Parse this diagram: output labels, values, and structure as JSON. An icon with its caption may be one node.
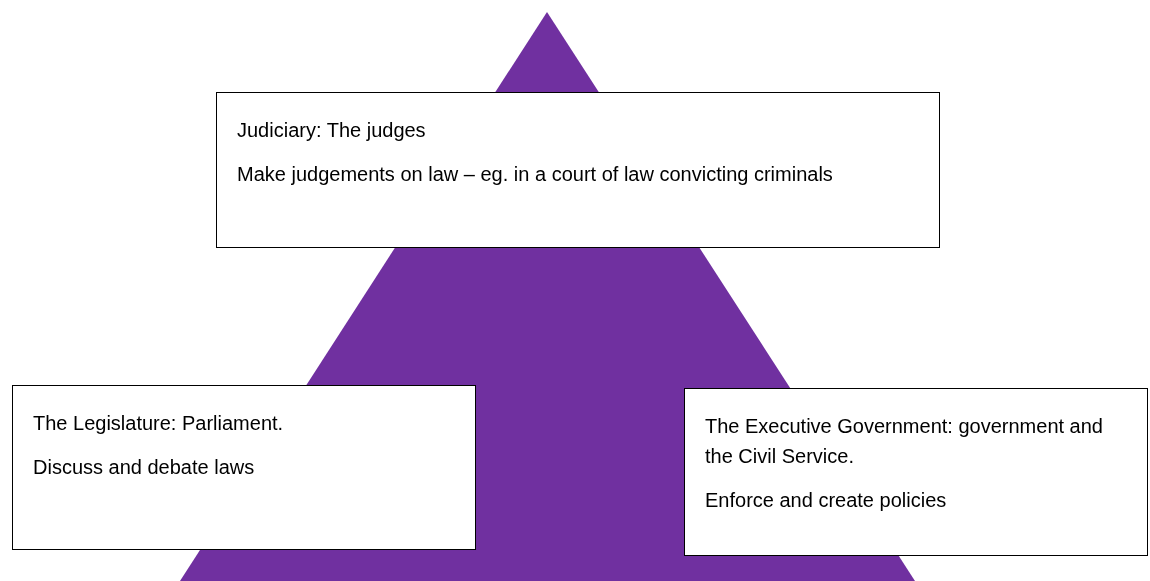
{
  "diagram": {
    "nodes": [
      {
        "text": [
          "Judiciary: The judges",
          "Make judgements on law – eg. in a court of law convicting criminals"
        ]
      },
      {
        "text": [
          "The Legislature: Parliament.",
          "Discuss and debate laws"
        ]
      },
      {
        "text": [
          "The Executive Government: government and the Civil Service.",
          "Enforce and create policies"
        ]
      }
    ]
  }
}
